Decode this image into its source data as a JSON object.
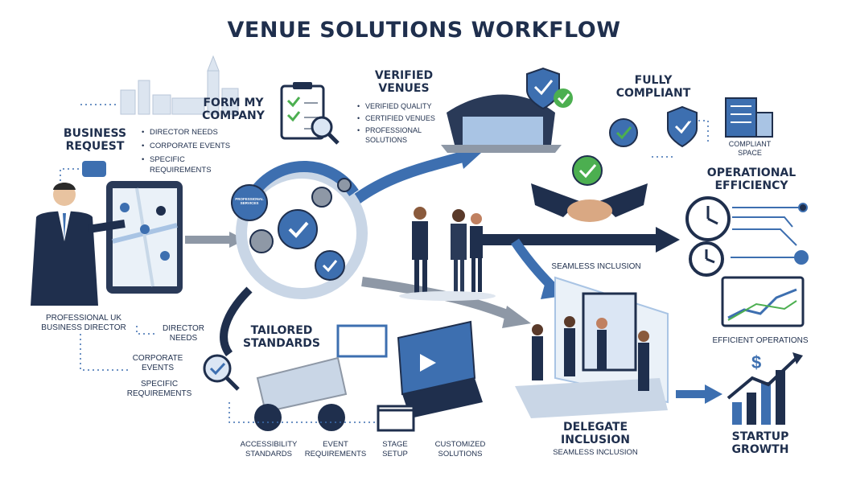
{
  "title": "VENUE SOLUTIONS WORKFLOW",
  "business_request": {
    "heading": "BUSINESS REQUEST",
    "items": [
      "DIRECTOR NEEDS",
      "CORPORATE EVENTS",
      "SPECIFIC REQUIREMENTS"
    ],
    "person_label": "PROFESSIONAL UK BUSINESS DIRECTOR",
    "side_labels": [
      "DIRECTOR NEEDS",
      "CORPORATE EVENTS",
      "SPECIFIC REQUIREMENTS"
    ]
  },
  "form_company": {
    "heading": "FORM MY COMPANY",
    "badge_text": "PROFESSIONAL SERVICES"
  },
  "verified_venues": {
    "heading": "VERIFIED VENUES",
    "items": [
      "VERIFIED QUALITY",
      "CERTIFIED VENUES",
      "PROFESSIONAL SOLUTIONS"
    ]
  },
  "fully_compliant": {
    "heading": "FULLY COMPLIANT",
    "space_label": "COMPLIANT SPACE"
  },
  "operational_efficiency": {
    "heading": "OPERATIONAL EFFICIENCY",
    "ops_label": "EFFICIENT OPERATIONS"
  },
  "seamless_inclusion_label": "SEAMLESS INCLUSION",
  "tailored_standards": {
    "heading": "TAILORED STANDARDS",
    "icons": [
      {
        "label": "ACCESSIBILITY STANDARDS"
      },
      {
        "label": "EVENT REQUIREMENTS"
      },
      {
        "label": "STAGE SETUP"
      },
      {
        "label": "CUSTOMIZED SOLUTIONS"
      }
    ]
  },
  "delegate_inclusion": {
    "heading": "DELEGATE INCLUSION",
    "sub": "SEAMLESS INCLUSION"
  },
  "startup_growth": {
    "heading": "STARTUP GROWTH",
    "symbol": "$"
  },
  "colors": {
    "navy": "#1f2f4d",
    "blue": "#3d6fb0",
    "light_blue": "#a9c4e4",
    "green": "#4caf50",
    "grey": "#8e98a6"
  }
}
